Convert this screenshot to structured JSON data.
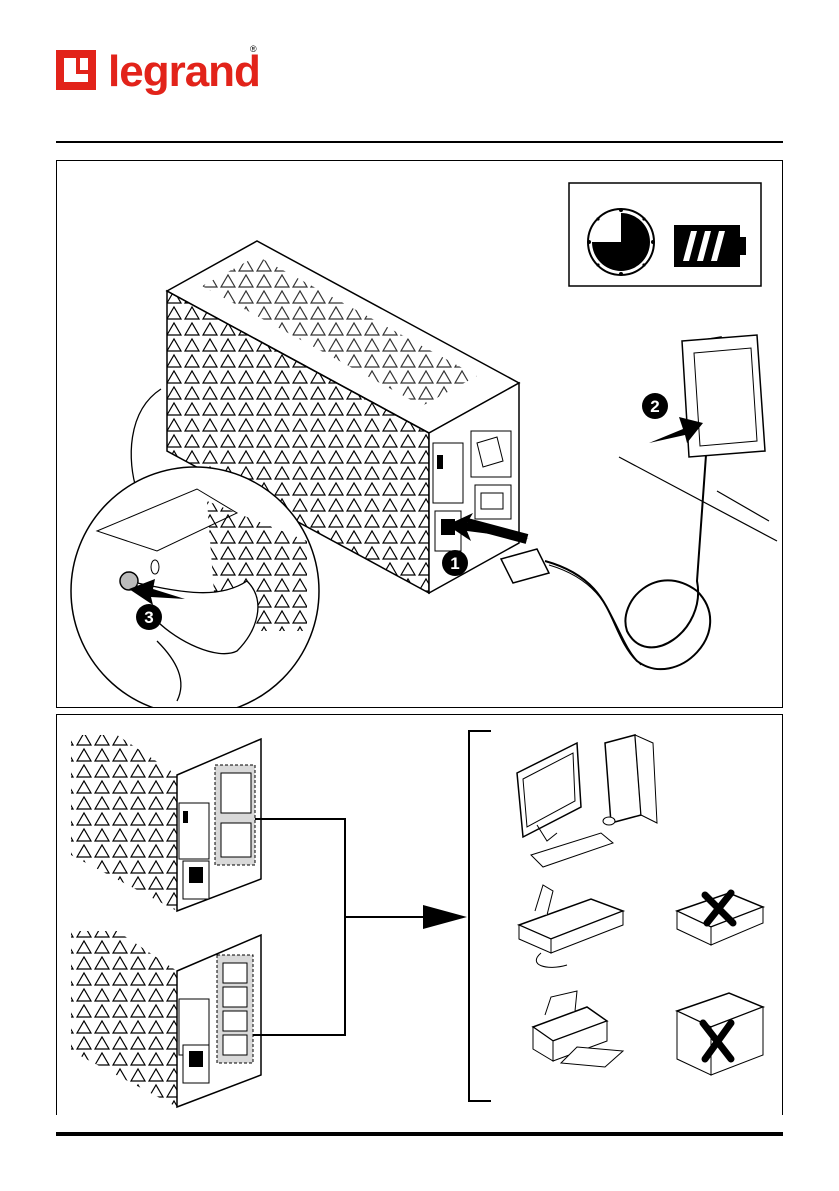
{
  "brand": {
    "name": "legrand",
    "registered_mark": "®",
    "color": "#e2231a"
  },
  "colors": {
    "ink": "#000000",
    "paper": "#ffffff",
    "shade": "#d9d9d9"
  },
  "steps": {
    "step_1": "1",
    "step_2": "2",
    "step_3": "3"
  },
  "icons": {
    "status_box": [
      "clock-icon",
      "battery-icon"
    ],
    "devices": [
      "computer-icon",
      "fax-icon",
      "printer-icon",
      "laser-printer-no-icon",
      "copier-no-icon"
    ]
  }
}
